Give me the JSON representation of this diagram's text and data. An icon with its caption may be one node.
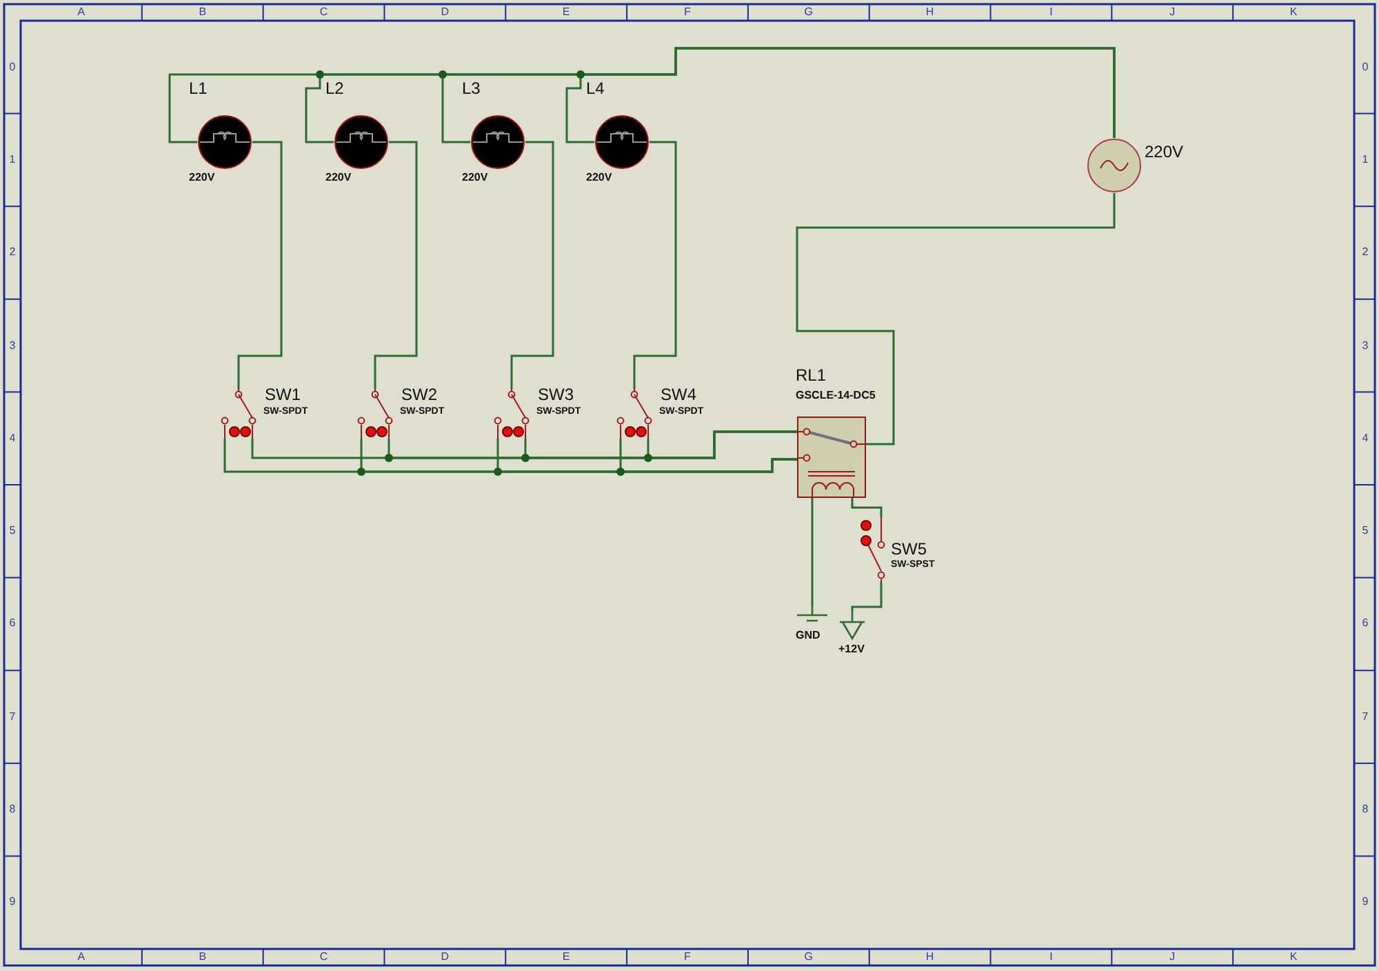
{
  "diagram": {
    "nodes": [
      {
        "text": [
          "L1",
          "220V"
        ]
      },
      {
        "text": [
          "L2",
          "220V"
        ]
      },
      {
        "text": [
          "L3",
          "220V"
        ]
      },
      {
        "text": [
          "L4",
          "220V"
        ]
      },
      {
        "text": [
          "SW1",
          "SW-SPDT"
        ]
      },
      {
        "text": [
          "SW2",
          "SW-SPDT"
        ]
      },
      {
        "text": [
          "SW3",
          "SW-SPDT"
        ]
      },
      {
        "text": [
          "SW4",
          "SW-SPDT"
        ]
      },
      {
        "text": [
          "RL1",
          "GSCLE-14-DC5"
        ]
      },
      {
        "text": [
          "SW5",
          "SW-SPST"
        ]
      },
      {
        "text": [
          "220V"
        ]
      },
      {
        "text": [
          "GND"
        ]
      },
      {
        "text": [
          "+12V"
        ]
      }
    ],
    "edges": [
      {
        "from": 10,
        "to": 0,
        "arrow": "none"
      },
      {
        "from": 10,
        "to": 1,
        "arrow": "none"
      },
      {
        "from": 10,
        "to": 2,
        "arrow": "none"
      },
      {
        "from": 10,
        "to": 3,
        "arrow": "none"
      },
      {
        "from": 0,
        "to": 4,
        "arrow": "none"
      },
      {
        "from": 1,
        "to": 5,
        "arrow": "none"
      },
      {
        "from": 2,
        "to": 6,
        "arrow": "none"
      },
      {
        "from": 3,
        "to": 7,
        "arrow": "none"
      },
      {
        "from": 4,
        "to": 8,
        "arrow": "none"
      },
      {
        "from": 5,
        "to": 8,
        "arrow": "none"
      },
      {
        "from": 6,
        "to": 8,
        "arrow": "none"
      },
      {
        "from": 7,
        "to": 8,
        "arrow": "none"
      },
      {
        "from": 4,
        "to": 8,
        "arrow": "none"
      },
      {
        "from": 5,
        "to": 8,
        "arrow": "none"
      },
      {
        "from": 6,
        "to": 8,
        "arrow": "none"
      },
      {
        "from": 7,
        "to": 8,
        "arrow": "none"
      },
      {
        "from": 8,
        "to": 10,
        "arrow": "none"
      },
      {
        "from": 8,
        "to": 11,
        "arrow": "none"
      },
      {
        "from": 8,
        "to": 9,
        "arrow": "none"
      },
      {
        "from": 9,
        "to": 12,
        "arrow": "none"
      }
    ],
    "labels": [
      "A",
      "B",
      "C",
      "D",
      "E",
      "F",
      "G",
      "H",
      "I",
      "J",
      "K",
      "0",
      "0",
      "1",
      "1",
      "2",
      "2",
      "3",
      "3",
      "4",
      "4",
      "5",
      "5",
      "6",
      "6",
      "7",
      "7",
      "8",
      "8",
      "9",
      "9",
      "A",
      "B",
      "C",
      "D",
      "E",
      "F",
      "G",
      "H",
      "I",
      "J",
      "K"
    ]
  }
}
